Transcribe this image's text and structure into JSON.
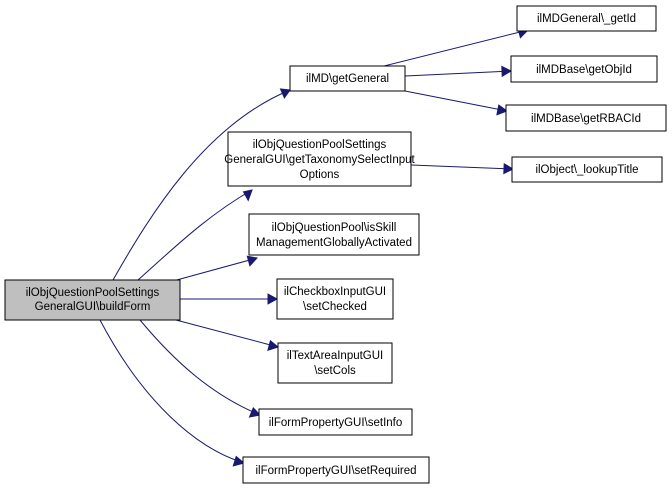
{
  "diagram": {
    "type": "call-graph",
    "colors": {
      "edge": "#191970",
      "root_fill": "#bfbfbf",
      "node_fill": "#ffffff",
      "border": "#000000"
    },
    "nodes": {
      "root": {
        "lines": [
          "ilObjQuestionPoolSettings",
          "GeneralGUI\\buildForm"
        ]
      },
      "getGeneral": {
        "lines": [
          "ilMD\\getGeneral"
        ]
      },
      "getId": {
        "lines": [
          "ilMDGeneral\\_getId"
        ]
      },
      "getObjId": {
        "lines": [
          "ilMDBase\\getObjId"
        ]
      },
      "getRBACId": {
        "lines": [
          "ilMDBase\\getRBACId"
        ]
      },
      "getTaxonomy": {
        "lines": [
          "ilObjQuestionPoolSettings",
          "GeneralGUI\\getTaxonomySelectInput",
          "Options"
        ]
      },
      "lookupTitle": {
        "lines": [
          "ilObject\\_lookupTitle"
        ]
      },
      "isSkill": {
        "lines": [
          "ilObjQuestionPool\\isSkill",
          "ManagementGloballyActivated"
        ]
      },
      "setChecked": {
        "lines": [
          "ilCheckboxInputGUI",
          "\\setChecked"
        ]
      },
      "setCols": {
        "lines": [
          "ilTextAreaInputGUI",
          "\\setCols"
        ]
      },
      "setInfo": {
        "lines": [
          "ilFormPropertyGUI\\setInfo"
        ]
      },
      "setRequired": {
        "lines": [
          "ilFormPropertyGUI\\setRequired"
        ]
      }
    },
    "edges": [
      [
        "root",
        "getGeneral"
      ],
      [
        "root",
        "getTaxonomy"
      ],
      [
        "root",
        "isSkill"
      ],
      [
        "root",
        "setChecked"
      ],
      [
        "root",
        "setCols"
      ],
      [
        "root",
        "setInfo"
      ],
      [
        "root",
        "setRequired"
      ],
      [
        "getGeneral",
        "getId"
      ],
      [
        "getGeneral",
        "getObjId"
      ],
      [
        "getGeneral",
        "getRBACId"
      ],
      [
        "getTaxonomy",
        "lookupTitle"
      ]
    ]
  }
}
